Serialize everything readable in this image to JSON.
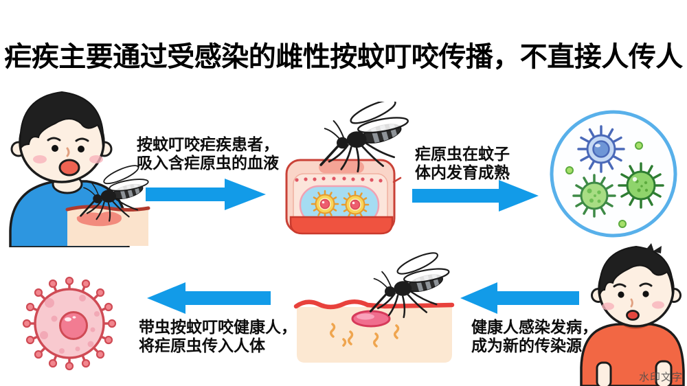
{
  "title": "疟疾主要通过受感染的雌性按蚊叮咬传播，不直接人传人",
  "labels": {
    "step1_line1": "按蚊叮咬疟疾患者，",
    "step1_line2": "吸入含疟原虫的血液",
    "step2_line1": "疟原虫在蚊子",
    "step2_line2": "体内发育成熟",
    "step3_line1": "健康人感染发病，",
    "step3_line2": "成为新的传染源",
    "step4_line1": "带虫按蚊叮咬健康人，",
    "step4_line2": "将疟原虫传入人体"
  },
  "watermark": "水印文字",
  "colors": {
    "background": "#FFFFFF",
    "title_text": "#000000",
    "label_text": "#0D0D0D",
    "arrow_blue": "#129BE8",
    "shirt_blue": "#2D96E0",
    "shirt_orange": "#F26744",
    "skin_tone": "#FDEFE2",
    "skin_patch": "#FBE3CC",
    "bite_red": "#E8413C",
    "gut_pink": "#FAD5C8",
    "gut_window_blue": "#A5DCF2",
    "oocyst_yellow": "#F8D558",
    "parasite_blue": "#C5D9F4",
    "parasite_green": "#8FD46C",
    "infected_cell_pink": "#F8C9CF",
    "circle_border_blue": "#58B0EA",
    "mosquito_black": "#1C1C1C"
  },
  "icons": {
    "mosquito-icon": "svg cartoon anopheles mosquito",
    "arrow-right-icon": "svg blue block arrow",
    "arrow-left-icon": "svg blue block arrow",
    "patient-boy-illustration": "svg boy, blue shirt, bitten by mosquito",
    "mosquito-gut-illustration": "svg mosquito on gut with oocysts",
    "parasites-circle-illustration": "svg circle with parasite cells",
    "infected-blood-cell-illustration": "svg pink spiky infected cell",
    "skin-bite-illustration": "svg skin cross-section with bite",
    "healthy-boy-illustration": "svg boy, orange shirt"
  }
}
